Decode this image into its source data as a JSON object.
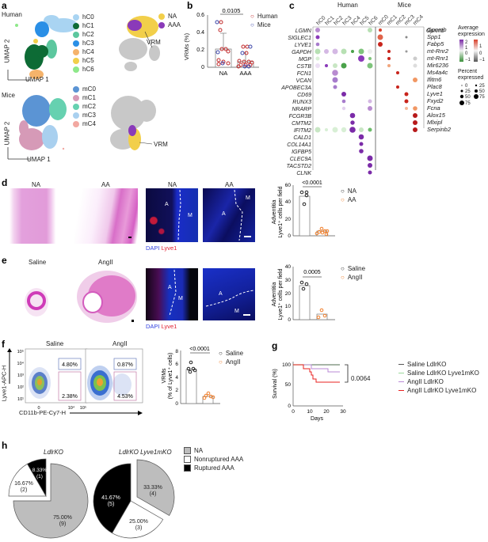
{
  "panels": {
    "a": {
      "label": "a",
      "human_title": "Human",
      "mice_title": "Mice",
      "axis_x": "UMAP 1",
      "axis_y": "UMAP 2",
      "human_clusters": [
        {
          "name": "hC0",
          "color": "#a9d4f2"
        },
        {
          "name": "hC1",
          "color": "#0d6b35"
        },
        {
          "name": "hC2",
          "color": "#5cc79e"
        },
        {
          "name": "hC3",
          "color": "#2a8fe6"
        },
        {
          "name": "hC4",
          "color": "#f5b36b"
        },
        {
          "name": "hC5",
          "color": "#f2cf4a"
        },
        {
          "name": "hC6",
          "color": "#8ee88a"
        }
      ],
      "mice_clusters": [
        {
          "name": "mC0",
          "color": "#5b94d4"
        },
        {
          "name": "mC1",
          "color": "#d69ab7"
        },
        {
          "name": "mC2",
          "color": "#66d1b0"
        },
        {
          "name": "mC3",
          "color": "#a9d0ef"
        },
        {
          "name": "mC4",
          "color": "#f2a8a1"
        }
      ],
      "condition_legend": [
        {
          "name": "NA",
          "color": "#f2cf4a"
        },
        {
          "name": "AAA",
          "color": "#8a3ab9"
        }
      ],
      "vrm_label": "VRM"
    },
    "b": {
      "label": "b",
      "pvalue": "0.0105",
      "legend": [
        {
          "name": "Human",
          "color": "#c0292a"
        },
        {
          "name": "Mice",
          "color": "#3b44a8"
        }
      ]
    },
    "c": {
      "label": "c",
      "human_title": "Human",
      "mice_title": "Mice",
      "human_cols": [
        "hC0",
        "hC1",
        "hC2",
        "hC3",
        "hC4",
        "hC5",
        "hC6"
      ],
      "mice_cols": [
        "mC0",
        "mC1",
        "mC2",
        "mC3",
        "mC4"
      ],
      "human_genes": [
        "LGMN",
        "SIGLEC1",
        "LYVE1",
        "GAPDH",
        "MGP",
        "CSTB",
        "FCN1",
        "VCAN",
        "APOBEC3A",
        "CD69",
        "RUNX3",
        "NRARP",
        "FCGR3B",
        "CMTM2",
        "IFITM2",
        "CALD1",
        "COL14A1",
        "IGFBP5",
        "CLEC9A",
        "TACSTD2",
        "CLNK"
      ],
      "mice_genes": [
        "Gpnmb",
        "Spp1",
        "Fabp5",
        "mt-Rnr2",
        "mt-Rnr1",
        "Mir6236",
        "Ms4a4c",
        "Ifitm6",
        "Plac8",
        "Lyve1",
        "Fxyd2",
        "Fcna",
        "Alox15",
        "Mlxipl",
        "Serpinb2"
      ],
      "legend_avg_title": "Average expression",
      "legend_avg_human_ticks": [
        "2",
        "1",
        "0",
        "−1"
      ],
      "legend_avg_mice_ticks": [
        "1",
        "0",
        "−1"
      ],
      "legend_pct_title": "Percent expressed",
      "legend_pct_left": [
        "0",
        "25",
        "50",
        "75"
      ],
      "legend_pct_right": [
        "25",
        "50",
        "75"
      ]
    },
    "d": {
      "label": "d",
      "he_titles": [
        "NA",
        "AA"
      ],
      "if_titles": [
        "NA",
        "AA"
      ],
      "stain_dapi": "DAPI",
      "stain_lyve1": "Lyve1",
      "region_A": "A",
      "region_M": "M"
    },
    "e": {
      "label": "e",
      "he_titles": [
        "Saline",
        "AngII"
      ],
      "stain_dapi": "DAPI",
      "stain_lyve1": "Lyve1",
      "region_A": "A",
      "region_M": "M"
    },
    "f": {
      "label": "f",
      "titles": [
        "Saline",
        "AngII"
      ],
      "ylabel": "Lyve1-APC-H",
      "xlabel": "CD11b-PE-Cy7-H",
      "y_ticks": [
        "10⁵",
        "10⁴",
        "10³",
        "10²",
        "10¹"
      ],
      "x_ticks": [
        "0",
        "10⁴",
        "10⁵"
      ],
      "gates_saline": [
        "4.80%",
        "2.38%"
      ],
      "gates_angii": [
        "0.87%",
        "4.53%"
      ]
    },
    "g": {
      "label": "g"
    },
    "h": {
      "label": "h",
      "legend": [
        {
          "name": "NA",
          "color": "#bdbdbd"
        },
        {
          "name": "Nonruptured AAA",
          "color": "#ffffff"
        },
        {
          "name": "Ruptured AAA",
          "color": "#000000"
        }
      ]
    }
  },
  "chart_data": [
    {
      "id": "b",
      "type": "scatter",
      "title": "",
      "ylabel": "VRMs (%)",
      "categories": [
        "NA",
        "AAA"
      ],
      "ylim": [
        0,
        0.6
      ],
      "y_ticks": [
        "0",
        "0.2",
        "0.4",
        "0.6"
      ],
      "bar_means": [
        0.21,
        0.065
      ],
      "error_upper": [
        0.39,
        0.17
      ],
      "series": [
        {
          "name": "Human",
          "values_NA": [
            0.52,
            0.43,
            0.21,
            0.2,
            0.19,
            0.17,
            0.08,
            0.06,
            0.05
          ],
          "values_AAA": [
            0.24,
            0.24,
            0.17,
            0.08,
            0.06,
            0.05,
            0.05,
            0.04,
            0.03,
            0.02,
            0.02,
            0.01,
            0.01
          ]
        },
        {
          "name": "Mice",
          "values_NA": [
            0.52,
            0.17,
            0.05
          ],
          "values_AAA": [
            0.24,
            0.17,
            0.02,
            0.01
          ]
        }
      ],
      "annotation": "0.0105"
    },
    {
      "id": "d-right",
      "type": "bar",
      "ylabel": "Adventitia Lyve1+ cells per field",
      "categories": [
        "NA",
        "AA"
      ],
      "values": [
        46.5,
        6
      ],
      "points": {
        "NA": [
          51,
          51,
          48,
          38
        ],
        "AA": [
          9,
          7,
          6,
          5,
          6,
          4,
          3
        ]
      },
      "ylim": [
        0,
        60
      ],
      "y_ticks": [
        "0",
        "20",
        "40",
        "60"
      ],
      "annotation": "<0.0001",
      "legend": [
        "NA",
        "AA"
      ]
    },
    {
      "id": "e-right",
      "type": "bar",
      "ylabel": "Adventitia Lyve1+ cells per field",
      "categories": [
        "Saline",
        "AngII"
      ],
      "values": [
        26,
        4
      ],
      "points": {
        "Saline": [
          28,
          27,
          23
        ],
        "AngII": [
          7,
          3,
          2
        ]
      },
      "ylim": [
        0,
        40
      ],
      "y_ticks": [
        "0",
        "10",
        "20",
        "30",
        "40"
      ],
      "annotation": "0.0005",
      "legend": [
        "Saline",
        "AngII"
      ]
    },
    {
      "id": "f-right",
      "type": "bar",
      "ylabel": "VRMs (% of Lyve1+ cells)",
      "categories": [
        "Saline",
        "AngII"
      ],
      "values": [
        5.1,
        1.1
      ],
      "points": {
        "Saline": [
          6.2,
          5.2,
          5.0,
          4.8,
          4.5
        ],
        "AngII": [
          1.6,
          1.3,
          1.0,
          0.9,
          0.9
        ]
      },
      "ylim": [
        0,
        8
      ],
      "y_ticks": [
        "0",
        "2",
        "4",
        "6",
        "8"
      ],
      "annotation": "<0.0001",
      "legend": [
        "Saline",
        "AngII"
      ]
    },
    {
      "id": "g",
      "type": "line",
      "title": "",
      "xlabel": "Days",
      "ylabel": "Survival (%)",
      "xlim": [
        0,
        30
      ],
      "ylim": [
        0,
        100
      ],
      "x_ticks": [
        "0",
        "10",
        "20",
        "30"
      ],
      "y_ticks": [
        "0",
        "50",
        "100"
      ],
      "annotation": "0.0064",
      "series": [
        {
          "name": "Saline LdlrKO",
          "color": "#555555",
          "x": [
            0,
            28
          ],
          "y": [
            100,
            100
          ]
        },
        {
          "name": "Saline LdlrKO Lyve1mKO",
          "color": "#9bd89b",
          "x": [
            0,
            28
          ],
          "y": [
            100,
            100
          ]
        },
        {
          "name": "AngII LdlrKO",
          "color": "#b98ad6",
          "x": [
            0,
            11,
            11,
            21,
            21,
            28
          ],
          "y": [
            100,
            100,
            92,
            92,
            83,
            83
          ]
        },
        {
          "name": "AngII LdlrKO Lyve1mKO",
          "color": "#e8201f",
          "x": [
            0,
            6,
            6,
            10,
            10,
            11,
            11,
            12,
            12,
            14,
            14,
            28
          ],
          "y": [
            100,
            100,
            92,
            92,
            83,
            83,
            75,
            75,
            67,
            67,
            58,
            58
          ]
        }
      ]
    },
    {
      "id": "h-left",
      "type": "pie",
      "title": "LdlrKO",
      "categories": [
        "NA",
        "Nonruptured AAA",
        "Ruptured AAA"
      ],
      "values": [
        75.0,
        16.67,
        8.33
      ],
      "labels": [
        "75.00%\n(9)",
        "16.67%\n(2)",
        "8.33%\n(1)"
      ],
      "counts": [
        9,
        2,
        1
      ]
    },
    {
      "id": "h-right",
      "type": "pie",
      "title": "LdlrKO Lyve1mKO",
      "categories": [
        "NA",
        "Nonruptured AAA",
        "Ruptured AAA"
      ],
      "values": [
        33.33,
        25.0,
        41.67
      ],
      "labels": [
        "33.33%\n(4)",
        "25.00%\n(3)",
        "41.67%\n(5)"
      ],
      "counts": [
        4,
        3,
        5
      ]
    }
  ]
}
